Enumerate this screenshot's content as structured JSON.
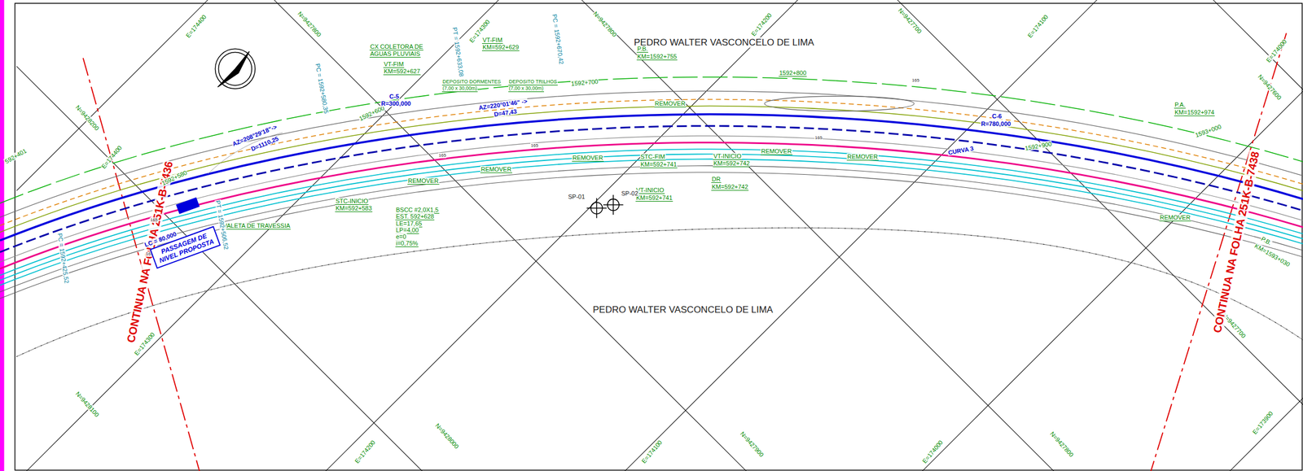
{
  "diagram": {
    "nodes": [
      {
        "text": [
          "PASSAGEM DE NIVEL PROPOSTA"
        ]
      }
    ],
    "labels": [
      "E=174400",
      "N=9427800",
      "E=174300",
      "N=9427800",
      "E=174200",
      "N=9427700",
      "E=174100",
      "E=174000",
      "N=9427600",
      "N=9428200",
      "E=174400",
      "592+401",
      "N=9428100",
      "E=174300",
      "E=174200",
      "N=9428000",
      "E=174100",
      "N=9427900",
      "E=174000",
      "N=9427800",
      "E=173900",
      "N=9427700",
      "CONTINUA NA FOLHA 251K-B-7436",
      "CONTINUA NA FOLHA 251K-B-7438",
      "PEDRO WALTER VASCONCELO DE LIMA",
      "PEDRO WALTER VASCONCELO DE LIMA",
      "CX COLETORA DE",
      "AGUAS PLUVIAIS",
      "VT-FIM",
      "KM=592+629",
      "VT-FIM",
      "KM=592+627",
      "DEPOSITO DORMENTES",
      "(7,00 x 30,00m)",
      "DEPOSITO TRILHOS",
      "(7,00 x 30,00m)",
      "1592+700",
      "P.B.",
      "KM=1592+755",
      "1592+800",
      "1592+600",
      "1592+580",
      "REMOVER",
      "REMOVER",
      "REMOVER",
      "REMOVER",
      "REMOVER",
      "REMOVER",
      "REMOVER",
      "STC-FIM",
      "KM=592+741",
      "VT-INICIO",
      "KM=592+742",
      "DR",
      "KM=592+742",
      "VT-INICIO",
      "KM=592+741",
      "STC-INICIO",
      "KM=592+583",
      "BSCC #2,0X1,5",
      "EST. 592+628",
      "LE=17,65",
      "LP=4,00",
      "e=0",
      "i=0,75%",
      "VALETA DE TRAVESSIA",
      "P.A.",
      "KM=1592+974",
      "1593+000",
      "P.B.",
      "KM=1593+030",
      "1592+900",
      "165",
      "165",
      "165",
      "165",
      "165",
      "165",
      "C-5",
      "R=300,000",
      "AZ=208°29'18\"->",
      "D=1110,25",
      "AZ=220°01'46\" ->",
      "D=47,43",
      "C-6",
      "R=780,000",
      "LC = 80,000",
      "CURVA 3",
      "PC = 1592+580,35",
      "PT = 1592+633,08",
      "PC = 1592+670,42",
      "PT = 1592+506,52",
      "PC = 1592+425,52",
      "SP-01",
      "SP-02"
    ]
  }
}
